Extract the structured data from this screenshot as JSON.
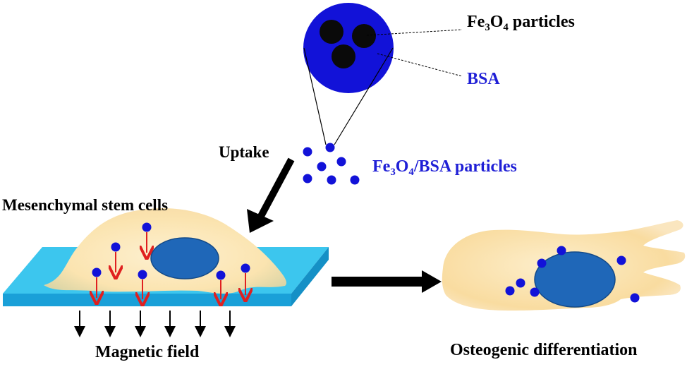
{
  "labels": {
    "fe3o4_particles": {
      "prefix": "Fe",
      "sub1": "3",
      "mid": "O",
      "sub2": "4",
      "suffix": " particles"
    },
    "bsa": "BSA",
    "uptake": "Uptake",
    "fe3o4_bsa_particles": {
      "prefix": "Fe",
      "sub1": "3",
      "mid": "O",
      "sub2": "4",
      "suffix": "/BSA particles"
    },
    "mesenchymal_stem_cells": "Mesenchymal stem cells",
    "magnetic_field": "Magnetic field",
    "osteogenic_differentiation": "Osteogenic differentiation"
  },
  "colors": {
    "particle_blue": "#1212d8",
    "core_black": "#0a0a0a",
    "label_blue": "#1f1fd6",
    "substrate_top": "#3cc6ee",
    "substrate_side": "#1aa0d8",
    "cell_fill": "#fbe6b8",
    "nucleus": "#1f67b8",
    "force_arrow": "#e02020",
    "process_arrow": "#000000"
  },
  "icons": [
    "nanoparticle-icon",
    "cell-icon",
    "arrow-icon"
  ]
}
